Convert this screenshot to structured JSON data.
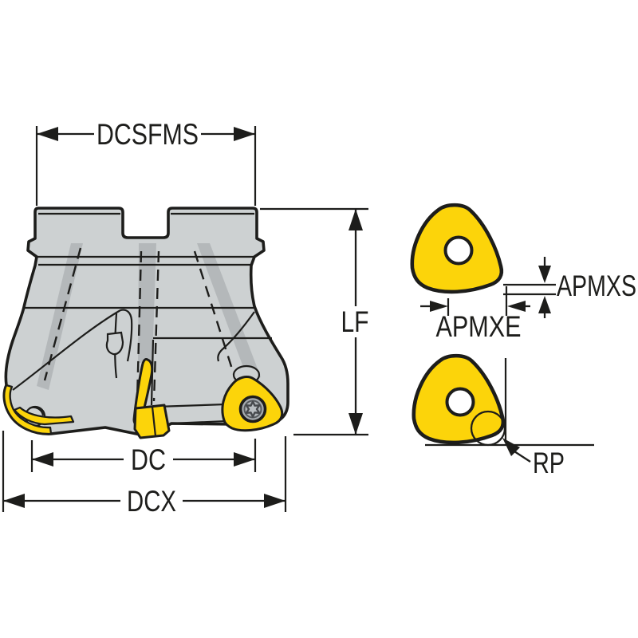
{
  "diagram": {
    "type": "technical-dimension-drawing",
    "subject": "face milling cutter with trigon indexable inserts"
  },
  "labels": {
    "dcsfms": "DCSFMS",
    "lf": "LF",
    "dc": "DC",
    "dcx": "DCX",
    "apmxs": "APMXS",
    "apmxe": "APMXE",
    "rp": "RP"
  },
  "colors": {
    "insert_yellow": "#fcd40a",
    "body_gray": "#cdd1d2",
    "shade_gray": "#b4b8ba",
    "line_black": "#1d1d1b",
    "background": "#ffffff"
  }
}
